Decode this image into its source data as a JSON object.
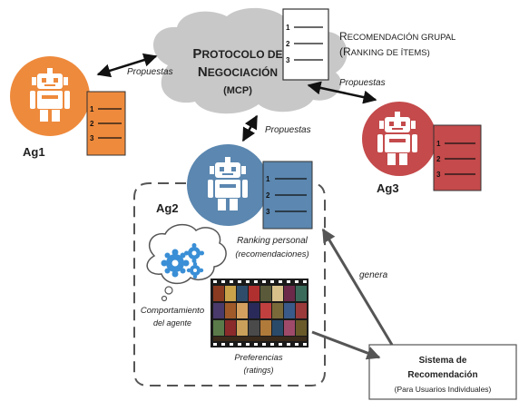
{
  "cloud": {
    "line1_big_p": "P",
    "line1_small": "ROTOCOLO DE",
    "line2_big_n": "N",
    "line2_small": "EGOCIACIÓN",
    "line3": "(MCP)"
  },
  "group_rec": {
    "line1_big": "R",
    "line1_rest": "ECOMENDACIÓN GRUPAL",
    "line2_big_open": "(R",
    "line2_rest": "ANKING DE ÍTEMS)"
  },
  "agents": {
    "ag1": "Ag1",
    "ag2": "Ag2",
    "ag3": "Ag3"
  },
  "doc_numbers": [
    "1",
    "2",
    "3"
  ],
  "arrows": {
    "propuestas_1": "Propuestas",
    "propuestas_2": "Propuestas",
    "propuestas_3": "Propuestas",
    "genera": "genera"
  },
  "personal_ranking": {
    "line1": "Ranking personal",
    "line2": "(recomendaciones)"
  },
  "behavior": {
    "line1": "Comportamiento",
    "line2": "del agente"
  },
  "preferences": {
    "line1": "Preferencias",
    "line2": "(ratings)"
  },
  "rec_system": {
    "line1": "Sistema de",
    "line2": "Recomendación",
    "line3": "(Para Usuarios Individuales)"
  },
  "colors": {
    "ag1": "#ee8a3c",
    "ag2": "#5b87b0",
    "ag3": "#c44a4b",
    "cloud": "#c8c8c8",
    "gears": "#3a8fd6"
  },
  "icons": [
    "robot-icon",
    "document-icon",
    "cloud-shape",
    "gears-icon",
    "film-strip-icon"
  ]
}
